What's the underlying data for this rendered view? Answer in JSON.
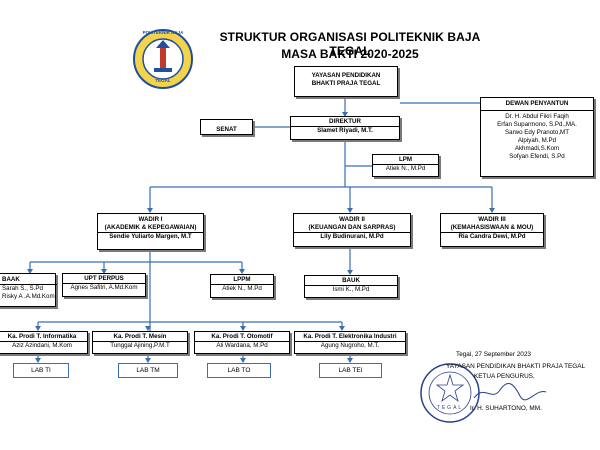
{
  "header": {
    "title_line1": "STRUKTUR ORGANISASI POLITEKNIK BAJA TEGAL",
    "title_line2": "MASA BAKTI 2020-2025",
    "logo": {
      "top_text": "POLITEKNIK BAJA",
      "bottom_text": "TEGAL"
    }
  },
  "yayasan": {
    "line1": "YAYASAN PENDIDIKAN",
    "line2": "BHAKTI PRAJA TEGAL"
  },
  "dewan": {
    "title": "DEWAN PENYANTUN",
    "members": [
      "Dr. H. Abdul Fikri Faqih",
      "Erfan Suparmono, S.Pd.,MA.",
      "Sarwo Edy Pranoto,MT",
      "Alpiyah, M.Pd",
      "Akhmadi,S.Kom",
      "Sofyan Efendi, S.Pd"
    ]
  },
  "senat": {
    "label": "SENAT"
  },
  "direktur": {
    "title": "DIREKTUR",
    "name": "Slamet Riyadi, M.T."
  },
  "lpm": {
    "title": "LPM",
    "name": "Atiek N., M.Pd"
  },
  "wadir1": {
    "title": "WADIR I",
    "unit": "(AKADEMIK & KEPEGAWAIAN)",
    "name": "Sendie Yuliarto Margen, M.T"
  },
  "wadir2": {
    "title": "WADIR II",
    "unit": "(KEUANGAN DAN SARPRAS)",
    "name": "Lily Budinurani, M.Pd"
  },
  "wadir3": {
    "title": "WADIR III",
    "unit": "(KEMAHASISWAAN & MOU)",
    "name": "Ria Candra Dewi, M.Pd"
  },
  "baak": {
    "title": "BAAK",
    "names": [
      "Sarah S., S.Pd",
      "Risky A .A.Md.Kom"
    ]
  },
  "perpus": {
    "title": "UPT PERPUS",
    "name": "Agnes Safitri, A.Md.Kom"
  },
  "lppm": {
    "title": "LPPM",
    "name": "Atiek N., M.Pd"
  },
  "bauk": {
    "title": "BAUK",
    "name": "Ismi K., M.Pd"
  },
  "prodi": [
    {
      "title": "Ka. Prodi T. Informatika",
      "name": "Aziz Azindani, M.Kom",
      "lab": "LAB TI"
    },
    {
      "title": "Ka. Prodi T. Mesin",
      "name": "Tunggal Ajining,P.M.T",
      "lab": "LAB TM"
    },
    {
      "title": "Ka. Prodi T. Otomotif",
      "name": "Ali Wardana, M.Pd",
      "lab": "LAB TO"
    },
    {
      "title": "Ka. Prodi T. Elektronika Industri",
      "name": "Agung Nugroho, M.T.",
      "lab": "LAB TEI"
    }
  ],
  "signature": {
    "place_date": "Tegal, 27 September 2023",
    "org_line": "YAYASAN PENDIDIKAN BHAKTI PRAJA TEGAL",
    "role_line": "KETUA PENGURUS,",
    "name": "Ir. H. SUHARTONO, MM.",
    "stamp_text": "TEGAL"
  },
  "colors": {
    "connector": "#3a6fb0",
    "border": "#000000",
    "shadow": "#7a7a7a"
  }
}
